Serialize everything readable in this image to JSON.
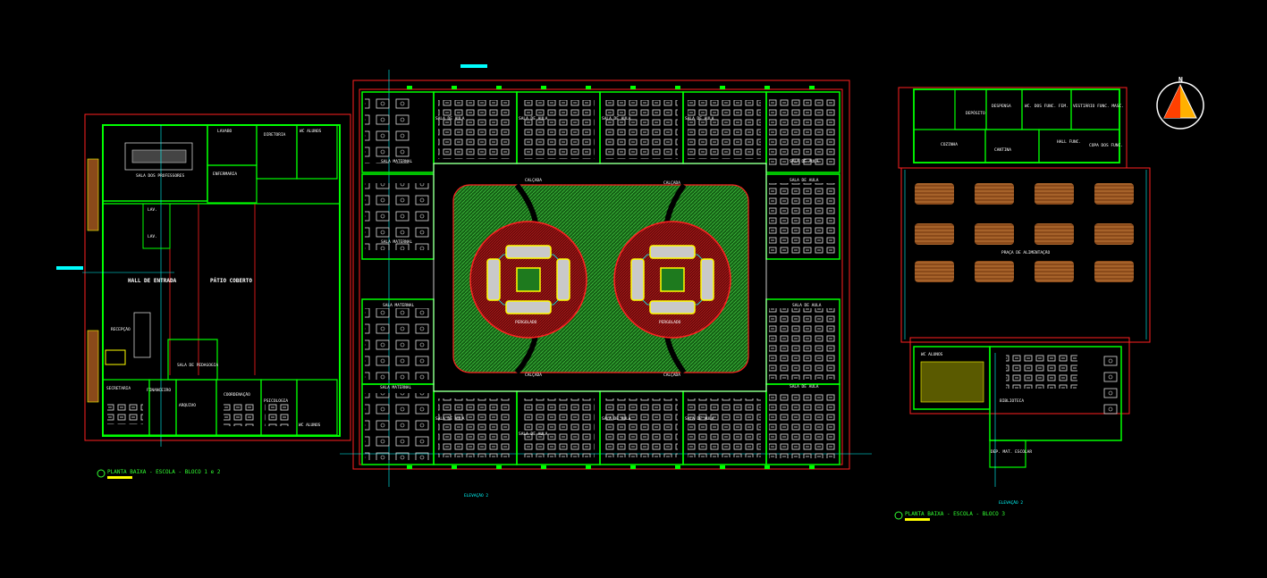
{
  "colors": {
    "background": "#000000",
    "wall": "#ffffff",
    "outer": "#ff2020",
    "green": "#00ff00",
    "yellow": "#ffff00",
    "cyan": "#00ffff",
    "grass": "#1e7a1e",
    "deck": "#7a0d0d"
  },
  "block1": {
    "rooms": {
      "sala_professores": "SALA DOS PROFESSORES",
      "lavabo": "LAVABO",
      "diretoria": "DIRETORIA",
      "enfermaria": "ENFERMARIA",
      "wc_alunos_top": "WC ALUNOS",
      "lav1": "LAV.",
      "lav2": "LAV.",
      "hall": "HALL DE ENTRADA",
      "patio": "PÁTIO COBERTO",
      "recepcao": "RECEPÇÃO",
      "pedagogia": "SALA DE PEDAGOGIA",
      "secretaria": "SECRETARIA",
      "financeiro": "FINANCEIRO",
      "arquivo": "ARQUIVO",
      "coordenacao": "COORDENAÇÃO",
      "psicologia": "PSICOLOGIA",
      "wc_alunos_bottom": "WC ALUNOS"
    },
    "caption": "PLANTA BAIXA - ESCOLA - BLOCO 1 e 2"
  },
  "block2": {
    "rooms": {
      "maternal_tl": "SALA MATERNAL",
      "maternal_ml": "SALA MATERNAL",
      "maternal_bl1": "SALA MATERNAL",
      "maternal_bl2": "SALA MATERNAL",
      "aula_t1": "SALA DE AULA",
      "aula_t2": "SALA DE AULA",
      "aula_t3": "SALA DE AULA",
      "aula_t4": "SALA DE AULA",
      "aula_r1": "SALA DE AULA",
      "aula_r2": "SALA DE AULA",
      "aula_r3": "SALA DE AULA",
      "aula_r4": "SALA DE AULA",
      "aula_b1": "SALA DE AULA",
      "aula_b2": "SALA DE AULA",
      "aula_b3": "SALA DE AULA",
      "aula_b4": "SALA DE AULA",
      "calcada_1": "CALÇADA",
      "calcada_2": "CALÇADA",
      "calcada_3": "CALÇADA",
      "calcada_4": "CALÇADA",
      "pergolado_1": "PERGOLADO",
      "pergolado_2": "PERGOLADO"
    },
    "elevation": "ELEVAÇÃO 2"
  },
  "block3": {
    "rooms": {
      "deposito": "DEPÓSITO",
      "despensa": "DESPENSA",
      "wc_func": "WC. DOS FUNC. FEM.",
      "vestiario": "VESTIÁRIO FUNC. MASC.",
      "cozinha": "COZINHA",
      "cantina": "CANTINA",
      "hall_func": "HALL FUNC.",
      "copa": "COPA DOS FUNC.",
      "praca": "PRAÇA DE ALIMENTAÇÃO",
      "wc_alunos": "WC ALUNOS",
      "biblioteca": "BIBLIOTECA",
      "dep_material": "DEP. MAT. ESCOLAR"
    },
    "caption": "PLANTA BAIXA - ESCOLA - BLOCO 3",
    "elevation": "ELEVAÇÃO 2"
  },
  "compass": {
    "north": "N"
  }
}
